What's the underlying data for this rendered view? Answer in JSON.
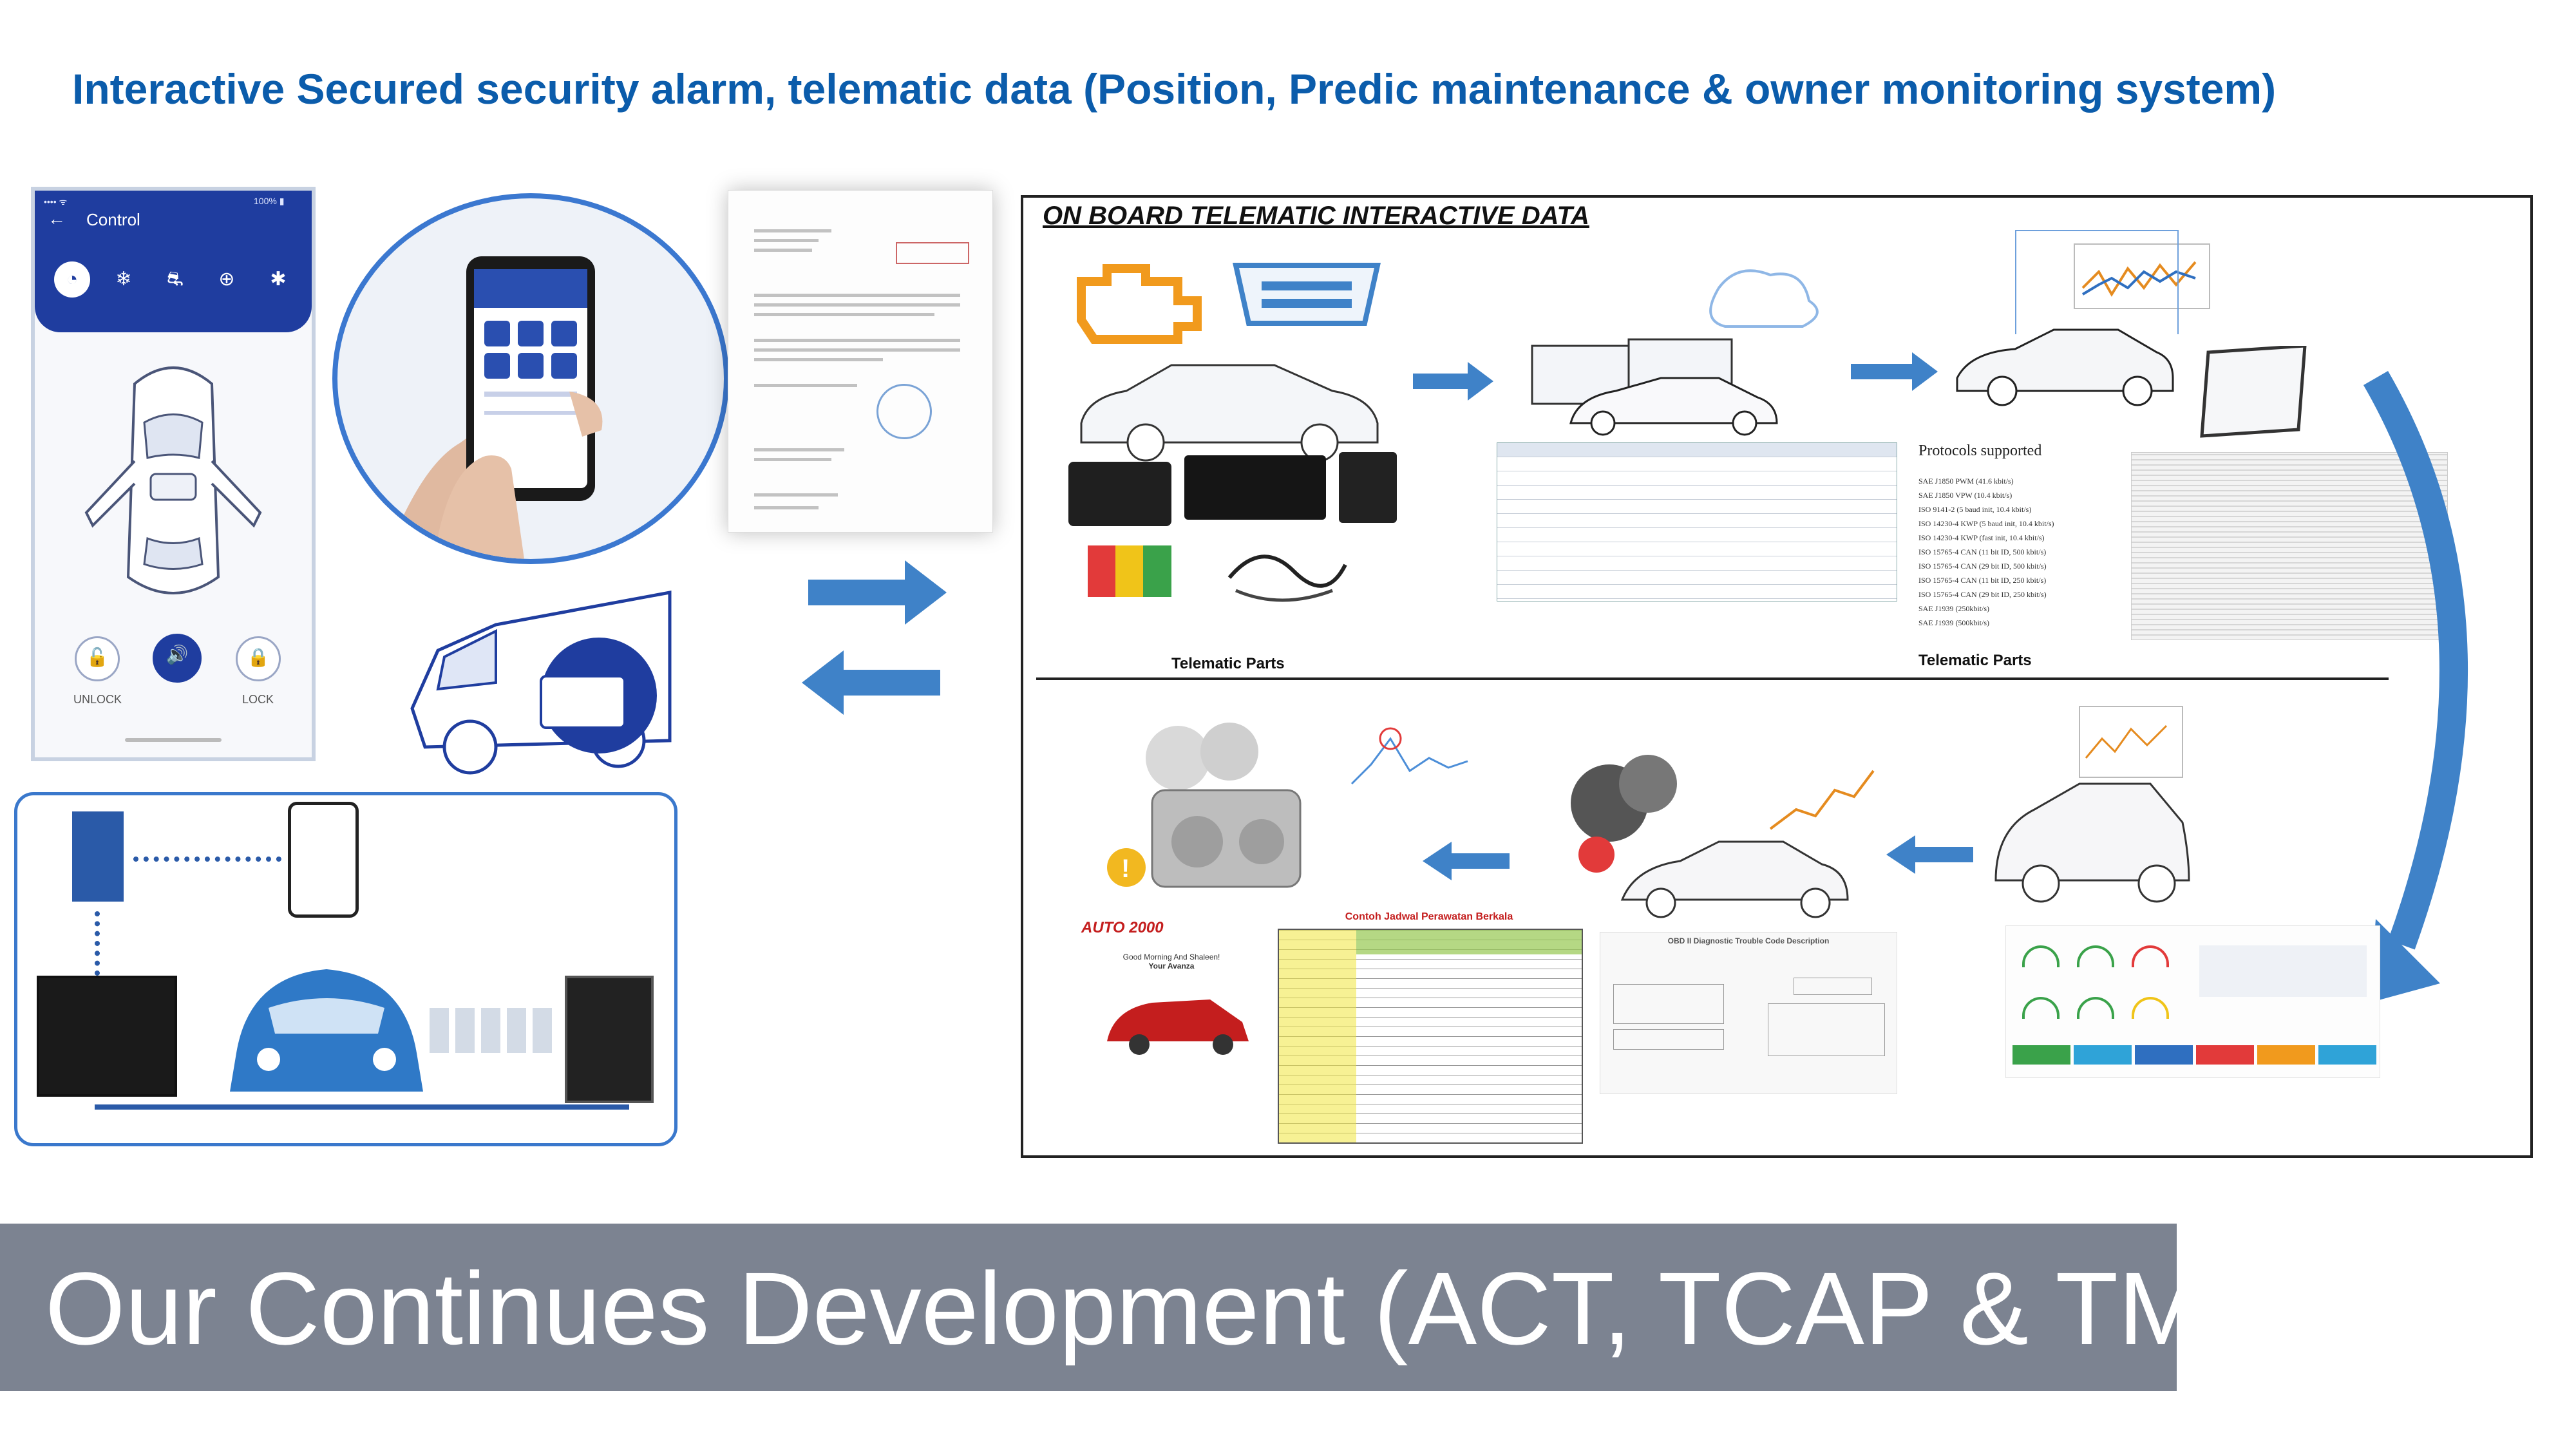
{
  "header": {
    "title": "Interactive Secured security alarm, telematic data (Position, Predic maintenance & owner monitoring system)"
  },
  "phone_app": {
    "status_left": "•••• ᯤ",
    "status_right": "100% ▮",
    "title": "Control",
    "unlock_label": "UNLOCK",
    "lock_label": "LOCK"
  },
  "panel": {
    "title": "ON BOARD TELEMATIC INTERACTIVE DATA",
    "caption_left": "Telematic Parts",
    "caption_right": "Telematic Parts",
    "protocols_title": "Protocols supported",
    "protocols": [
      "SAE J1850 PWM (41.6 kbit/s)",
      "SAE J1850 VPW (10.4 kbit/s)",
      "ISO 9141-2 (5 baud init, 10.4 kbit/s)",
      "ISO 14230-4 KWP (5 baud init, 10.4 kbit/s)",
      "ISO 14230-4 KWP (fast init, 10.4 kbit/s)",
      "ISO 15765-4 CAN (11 bit ID, 500 kbit/s)",
      "ISO 15765-4 CAN (29 bit ID, 500 kbit/s)",
      "ISO 15765-4 CAN (11 bit ID, 250 kbit/s)",
      "ISO 15765-4 CAN (29 bit ID, 250 kbit/s)",
      "SAE J1939 (250kbit/s)",
      "SAE J1939 (500kbit/s)"
    ],
    "schedule_title": "Contoh Jadwal Perawatan Berkala",
    "obd_title": "OBD II Diagnostic Trouble Code Description",
    "auto_brand": "AUTO 2000",
    "auto_greeting": "Good Morning And Shaleen!",
    "auto_car": "Your Avanza"
  },
  "banner": {
    "text": "Our Continues Development (ACT, TCAP & TMC)"
  },
  "colors": {
    "title_blue": "#0b5cab",
    "app_blue": "#1f3d9f",
    "arrow_blue": "#3f82c8",
    "banner_gray": "#7c8391"
  }
}
